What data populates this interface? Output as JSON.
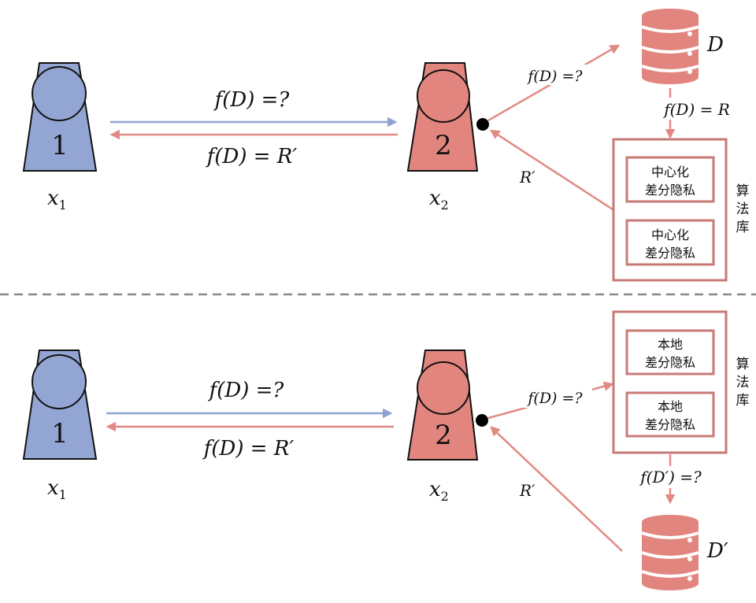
{
  "colors": {
    "blue_person": "#93a6d3",
    "red_person": "#e2857e",
    "arrow_blue": "#8fa2d2",
    "arrow_red": "#e18a84",
    "box_border": "#c77a76",
    "separator": "#888888"
  },
  "top": {
    "party1": {
      "number": "1",
      "label": "x",
      "sub": "1"
    },
    "party2": {
      "number": "2",
      "label": "x",
      "sub": "2"
    },
    "query_label": "f(D) =?",
    "response_label": "f(D) = R′",
    "db_query_label": "f(D) =?",
    "db_label": "D",
    "db_to_lib_label": "f(D) = R",
    "return_label": "R′",
    "library": {
      "title_chars": [
        "算",
        "法",
        "库"
      ],
      "modules": [
        {
          "line1": "中心化",
          "line2": "差分隐私"
        },
        {
          "line1": "中心化",
          "line2": "差分隐私"
        }
      ]
    }
  },
  "bottom": {
    "party1": {
      "number": "1",
      "label": "x",
      "sub": "1"
    },
    "party2": {
      "number": "2",
      "label": "x",
      "sub": "2"
    },
    "query_label": "f(D) =?",
    "response_label": "f(D) = R′",
    "lib_query_label": "f(D) =?",
    "lib_to_db_label": "f(D′) =?",
    "db_label": "D′",
    "return_label": "R′",
    "library": {
      "title_chars": [
        "算",
        "法",
        "库"
      ],
      "modules": [
        {
          "line1": "本地",
          "line2": "差分隐私"
        },
        {
          "line1": "本地",
          "line2": "差分隐私"
        }
      ]
    }
  }
}
